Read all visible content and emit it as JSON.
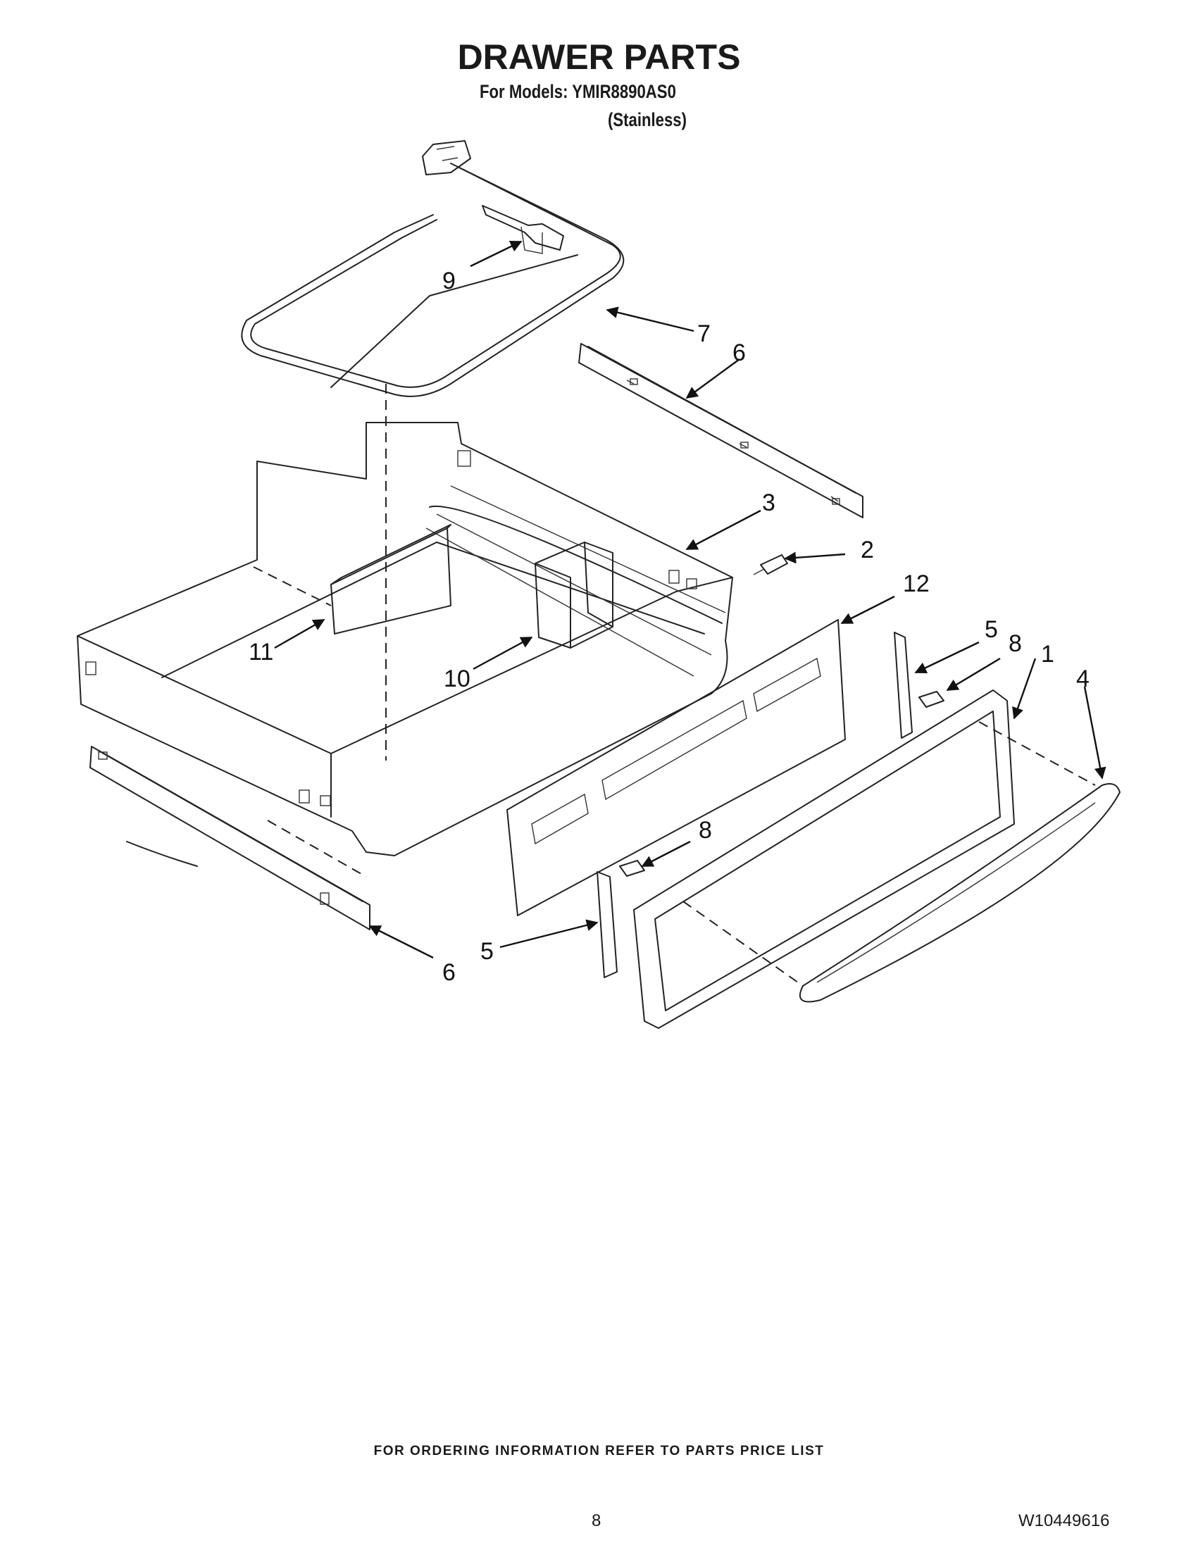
{
  "header": {
    "title": "DRAWER PARTS",
    "models_line": "For Models: YMIR8890AS0",
    "variant_line": "(Stainless)"
  },
  "callouts": [
    {
      "id": "c9",
      "label": "9"
    },
    {
      "id": "c7",
      "label": "7"
    },
    {
      "id": "c6a",
      "label": "6"
    },
    {
      "id": "c3",
      "label": "3"
    },
    {
      "id": "c2",
      "label": "2"
    },
    {
      "id": "c12",
      "label": "12"
    },
    {
      "id": "c5a",
      "label": "5"
    },
    {
      "id": "c8a",
      "label": "8"
    },
    {
      "id": "c1",
      "label": "1"
    },
    {
      "id": "c4",
      "label": "4"
    },
    {
      "id": "c11",
      "label": "11"
    },
    {
      "id": "c10",
      "label": "10"
    },
    {
      "id": "c8b",
      "label": "8"
    },
    {
      "id": "c5b",
      "label": "5"
    },
    {
      "id": "c6b",
      "label": "6"
    }
  ],
  "footer": {
    "ordering_note": "FOR ORDERING INFORMATION REFER TO PARTS PRICE LIST",
    "page_number": "8",
    "document_number": "W10449616"
  }
}
